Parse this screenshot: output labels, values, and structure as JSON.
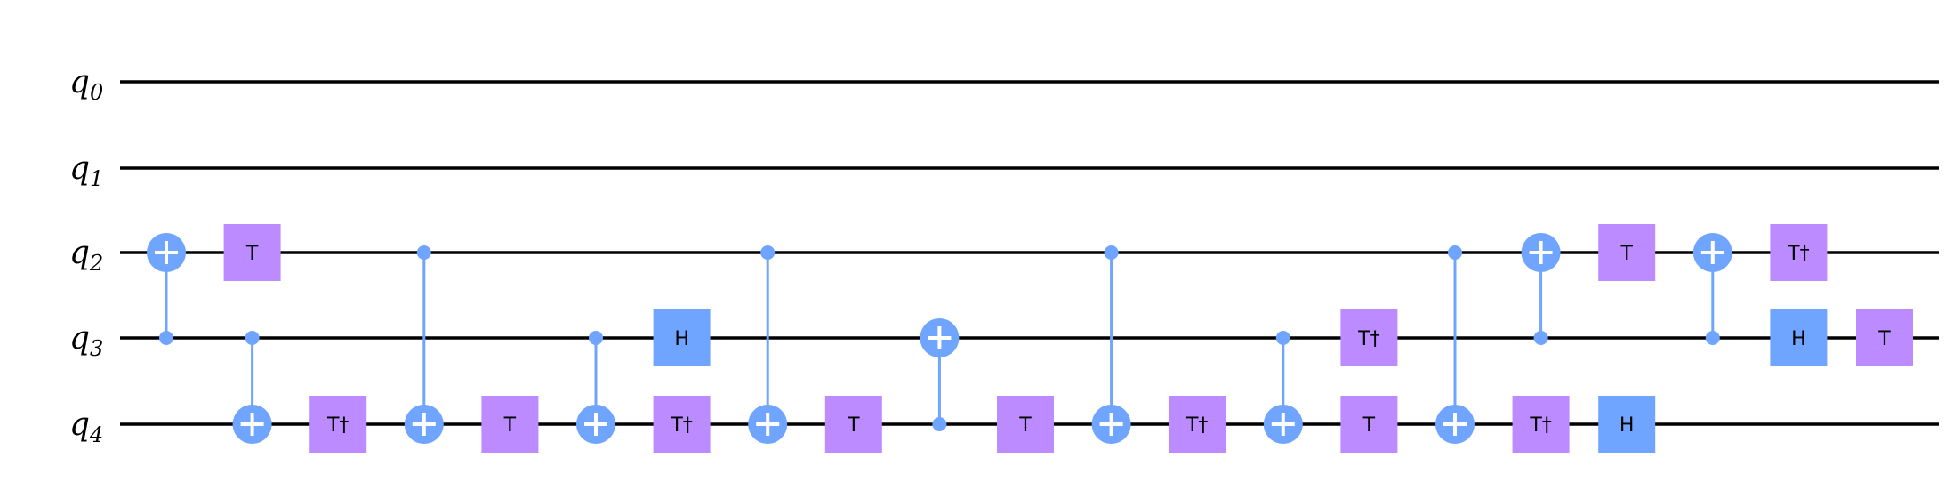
{
  "colors": {
    "wire": "#000000",
    "control": "#6fa4ff",
    "t_gate": "#bb8bff",
    "h_gate": "#6fa4ff"
  },
  "qubits": [
    {
      "name": "q",
      "index": "0"
    },
    {
      "name": "q",
      "index": "1"
    },
    {
      "name": "q",
      "index": "2"
    },
    {
      "name": "q",
      "index": "3"
    },
    {
      "name": "q",
      "index": "4"
    }
  ],
  "gates": [
    {
      "type": "cx",
      "step": 0,
      "control": 3,
      "target": 2
    },
    {
      "type": "u",
      "label": "T",
      "step": 1,
      "qubit": 2
    },
    {
      "type": "cx",
      "step": 1,
      "control": 3,
      "target": 4
    },
    {
      "type": "u",
      "label": "T†",
      "step": 2,
      "qubit": 4
    },
    {
      "type": "cx",
      "step": 3,
      "control": 2,
      "target": 4
    },
    {
      "type": "u",
      "label": "T",
      "step": 4,
      "qubit": 4
    },
    {
      "type": "cx",
      "step": 5,
      "control": 3,
      "target": 4
    },
    {
      "type": "u",
      "label": "H",
      "step": 6,
      "qubit": 3
    },
    {
      "type": "u",
      "label": "T†",
      "step": 6,
      "qubit": 4
    },
    {
      "type": "cx",
      "step": 7,
      "control": 2,
      "target": 4
    },
    {
      "type": "u",
      "label": "T",
      "step": 8,
      "qubit": 4
    },
    {
      "type": "cx",
      "step": 9,
      "control": 4,
      "target": 3
    },
    {
      "type": "u",
      "label": "T",
      "step": 10,
      "qubit": 4
    },
    {
      "type": "cx",
      "step": 11,
      "control": 2,
      "target": 4
    },
    {
      "type": "u",
      "label": "T†",
      "step": 12,
      "qubit": 4
    },
    {
      "type": "cx",
      "step": 13,
      "control": 3,
      "target": 4
    },
    {
      "type": "u",
      "label": "T†",
      "step": 14,
      "qubit": 3
    },
    {
      "type": "u",
      "label": "T",
      "step": 14,
      "qubit": 4
    },
    {
      "type": "cx",
      "step": 15,
      "control": 2,
      "target": 4
    },
    {
      "type": "cx",
      "step": 16,
      "control": 3,
      "target": 2
    },
    {
      "type": "u",
      "label": "T†",
      "step": 16,
      "qubit": 4
    },
    {
      "type": "u",
      "label": "T",
      "step": 17,
      "qubit": 2
    },
    {
      "type": "u",
      "label": "H",
      "step": 17,
      "qubit": 4
    },
    {
      "type": "cx",
      "step": 18,
      "control": 3,
      "target": 2
    },
    {
      "type": "u",
      "label": "T†",
      "step": 19,
      "qubit": 2
    },
    {
      "type": "u",
      "label": "H",
      "step": 19,
      "qubit": 3
    },
    {
      "type": "u",
      "label": "T",
      "step": 20,
      "qubit": 3
    }
  ]
}
